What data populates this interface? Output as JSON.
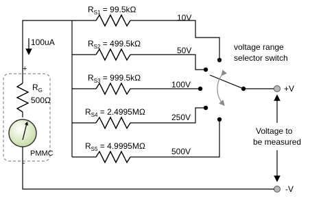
{
  "current_label": "100uA",
  "meter": {
    "plus": "+",
    "minus": "-",
    "rg_label": "R",
    "rg_sub": "G",
    "rg_value": "500Ω",
    "pmmc_label": "PMMC"
  },
  "ranges": [
    {
      "r_main": "R",
      "r_sub": "S1",
      "r_value": " = 99.5kΩ",
      "voltage": "10V"
    },
    {
      "r_main": "R",
      "r_sub": "S2",
      "r_value": " = 499.5kΩ",
      "voltage": "50V"
    },
    {
      "r_main": "R",
      "r_sub": "S3",
      "r_value": " = 999.5kΩ",
      "voltage": "100V"
    },
    {
      "r_main": "R",
      "r_sub": "S4",
      "r_value": " = 2.4995MΩ",
      "voltage": "250V"
    },
    {
      "r_main": "R",
      "r_sub": "S5",
      "r_value": " = 4.9995MΩ",
      "voltage": "500V"
    }
  ],
  "switch_label": [
    "voltage range",
    "selector switch"
  ],
  "plus_terminal": "+V",
  "minus_terminal": "-V",
  "measured_label": [
    "Voltage to",
    "be measured"
  ]
}
